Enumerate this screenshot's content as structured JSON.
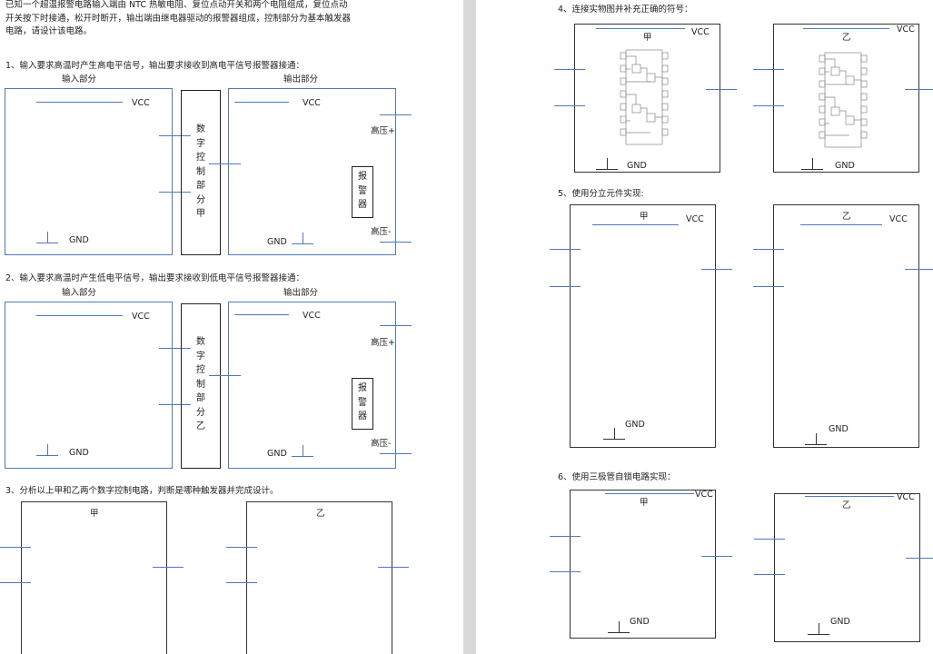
{
  "left_page": {
    "intro": "已知一个超温报警电路输入端由 NTC 热敏电阻、复位点动开关和两个电阻组成，复位点动\n开关按下时接通，松开时断开，输出端由继电器驱动的报警器组成，控制部分为基本触发器\n电路，请设计该电路。",
    "q1": "1、输入要求高温时产生高电平信号，输出要求接收到高电平信号报警器接通：",
    "q2": "2、输入要求高温时产生低电平信号，输出要求接收到低电平信号报警器接通：",
    "q3": "3、分析以上甲和乙两个数字控制电路，判断是哪种触发器并完成设计。",
    "input_label": "输入部分",
    "output_label": "输出部分",
    "vcc": "VCC",
    "gnd": "GND",
    "control_jia": "数\n字\n控\n制\n部\n分\n甲",
    "control_yi": "数\n字\n控\n制\n部\n分\n乙",
    "alarm": "报\n警\n器",
    "hv_plus": "高压+",
    "hv_minus": "高压-",
    "jia": "甲",
    "yi": "乙"
  },
  "right_page": {
    "q4": "4、连接实物图并补充正确的符号：",
    "q5": "5、使用分立元件实现:",
    "q6": "6、使用三极管自锁电路实现：",
    "vcc": "VCC",
    "gnd": "GND",
    "jia": "甲",
    "yi": "乙",
    "chip_icon": "ic-chip-icon",
    "chip_label": "GND"
  },
  "colors": {
    "page": "#ffffff",
    "gap": "#d9d9d9",
    "wire_blue": "#4f79b8",
    "wire_dark": "#333333"
  }
}
